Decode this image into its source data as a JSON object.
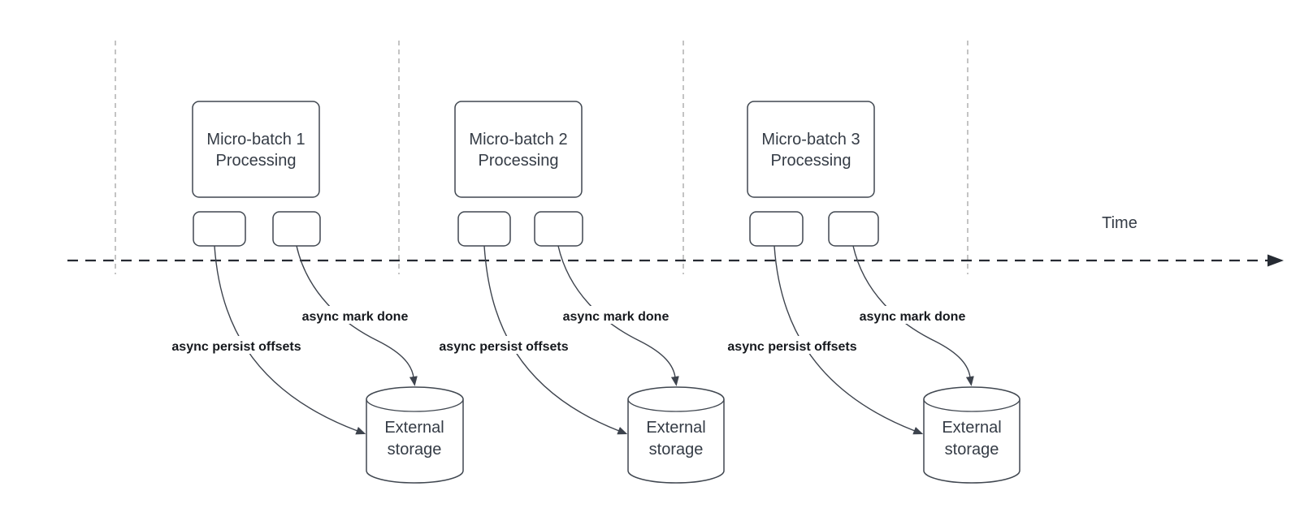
{
  "time_axis": {
    "label": "Time"
  },
  "batches": [
    {
      "title_line1": "Micro-batch 1",
      "title_line2": "Processing",
      "persist_arrow_label": "async persist offsets",
      "done_arrow_label": "async mark done",
      "storage_line1": "External",
      "storage_line2": "storage"
    },
    {
      "title_line1": "Micro-batch 2",
      "title_line2": "Processing",
      "persist_arrow_label": "async persist offsets",
      "done_arrow_label": "async mark done",
      "storage_line1": "External",
      "storage_line2": "storage"
    },
    {
      "title_line1": "Micro-batch 3",
      "title_line2": "Processing",
      "persist_arrow_label": "async persist offsets",
      "done_arrow_label": "async mark done",
      "storage_line1": "External",
      "storage_line2": "storage"
    }
  ],
  "colors": {
    "background": "#ffffff",
    "shape_stroke": "#404750",
    "shape_text": "#353c46",
    "edge_stroke": "#3d434d",
    "bold_label_text": "#16191e",
    "gridline": "#ababab",
    "time_axis": "#262b33"
  }
}
